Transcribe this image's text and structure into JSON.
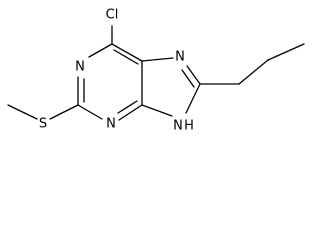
{
  "molecule": {
    "atoms": {
      "chlorine": "Cl",
      "n1": "N",
      "n3": "N",
      "n7": "N",
      "n9": "N",
      "n9_h": "H",
      "sulfur": "S"
    }
  },
  "colors": {
    "ink": "#000000",
    "background": "#ffffff"
  }
}
